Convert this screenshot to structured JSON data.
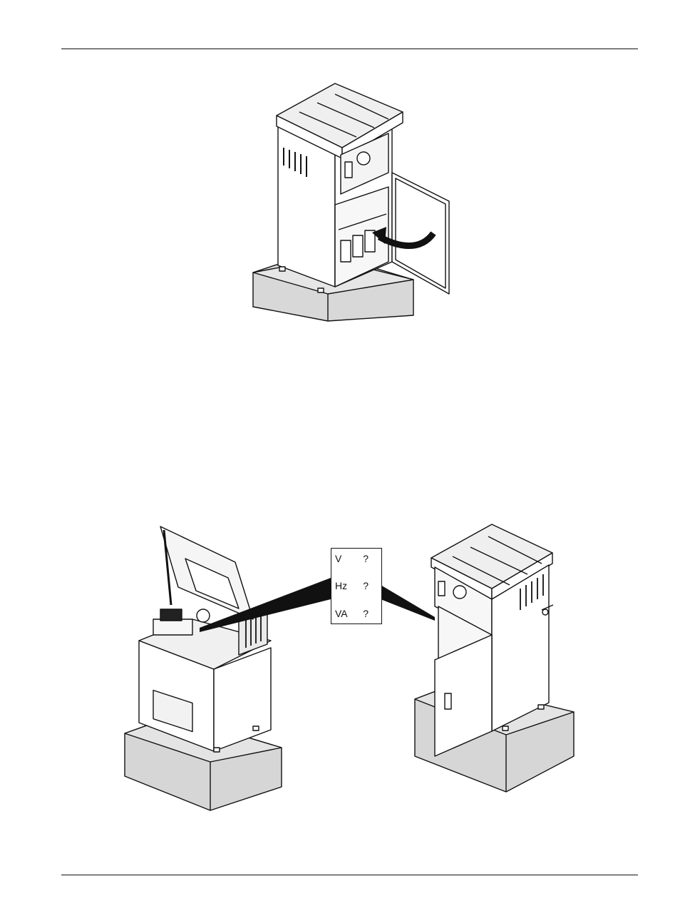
{
  "rating_label": {
    "rows": [
      {
        "key": "V",
        "value": "?"
      },
      {
        "key": "Hz",
        "value": "?"
      },
      {
        "key": "VA",
        "value": "?"
      }
    ]
  },
  "icons": {
    "top_figure": "sampler-open-door-arrow-illustration",
    "bottom_left_figure": "sampler-open-lid-illustration",
    "bottom_right_figure": "sampler-open-door-illustration"
  }
}
